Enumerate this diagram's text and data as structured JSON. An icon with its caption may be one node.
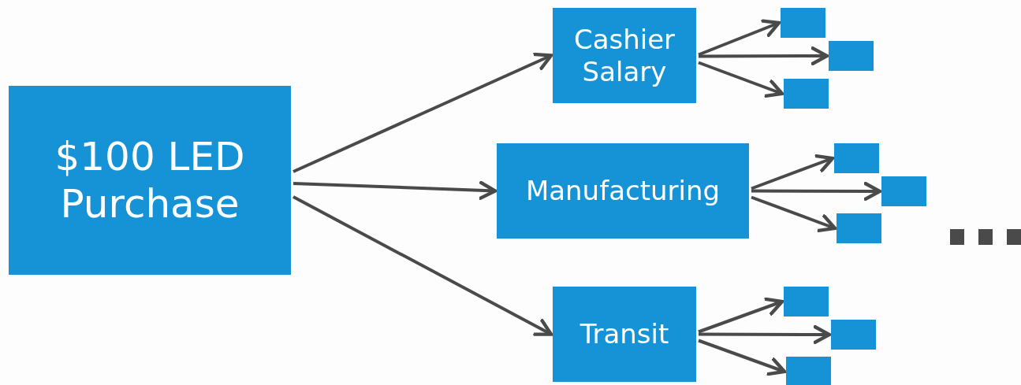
{
  "diagram": {
    "nodes": [
      {
        "text": [
          "$100 LED Purchase"
        ]
      },
      {
        "text": [
          "Cashier Salary"
        ]
      },
      {
        "text": [
          "Manufacturing"
        ]
      },
      {
        "text": [
          "Transit"
        ]
      },
      {
        "text": [],
        "shape": "box"
      },
      {
        "text": [],
        "shape": "box"
      },
      {
        "text": [],
        "shape": "box"
      },
      {
        "text": [],
        "shape": "box"
      },
      {
        "text": [],
        "shape": "box"
      },
      {
        "text": [],
        "shape": "box"
      },
      {
        "text": [],
        "shape": "box"
      },
      {
        "text": [],
        "shape": "box"
      },
      {
        "text": [],
        "shape": "box"
      }
    ],
    "edges": [
      {
        "from": 0,
        "to": 1,
        "arrow": "to"
      },
      {
        "from": 0,
        "to": 2,
        "arrow": "to"
      },
      {
        "from": 0,
        "to": 3,
        "arrow": "to"
      },
      {
        "from": 1,
        "to": 4,
        "arrow": "to"
      },
      {
        "from": 1,
        "to": 5,
        "arrow": "to"
      },
      {
        "from": 1,
        "to": 6,
        "arrow": "to"
      },
      {
        "from": 2,
        "to": 7,
        "arrow": "to"
      },
      {
        "from": 2,
        "to": 8,
        "arrow": "to"
      },
      {
        "from": 2,
        "to": 9,
        "arrow": "to"
      },
      {
        "from": 3,
        "to": 10,
        "arrow": "to"
      },
      {
        "from": 3,
        "to": 11,
        "arrow": "to"
      },
      {
        "from": 3,
        "to": 12,
        "arrow": "to"
      }
    ]
  }
}
